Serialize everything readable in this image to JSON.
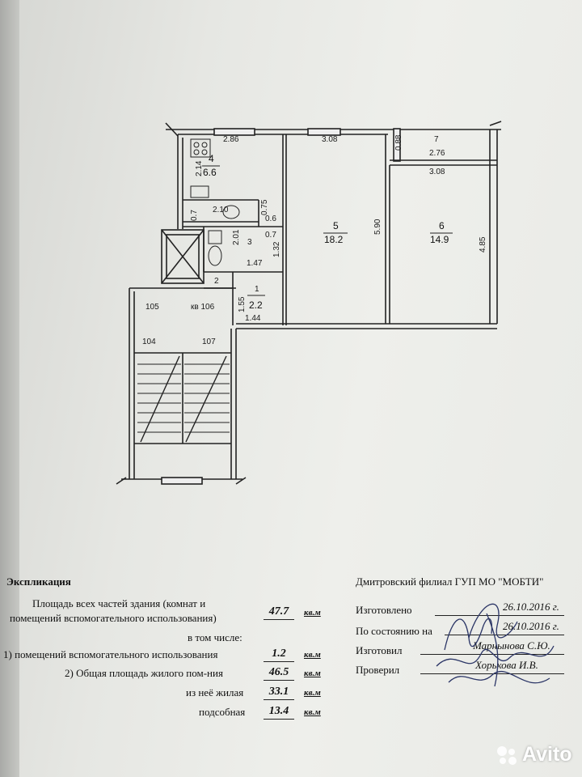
{
  "plan": {
    "dims": {
      "d_2_86": "2.86",
      "d_3_08_top": "3.08",
      "d_0_88": "0.88",
      "d_7": "7",
      "d_2_76": "2.76",
      "d_3_08_r": "3.08",
      "d_2_14": "2.14",
      "d_0_75": "0.75",
      "d_2_10": "2.10",
      "d_0_7_left": "0.7",
      "d_0_6": "0.6",
      "d_0_7": "0.7",
      "d_2_01": "2.01",
      "d_3": "3",
      "d_1_32": "1.32",
      "d_1_47": "1.47",
      "d_2": "2",
      "d_1": "1",
      "d_1_55": "1.55",
      "d_1_44": "1.44",
      "d_5_90": "5.90",
      "d_4_85": "4.85"
    },
    "rooms": {
      "r4_num": "4",
      "r4_area": "6.6",
      "r5_num": "5",
      "r5_area": "18.2",
      "r6_num": "6",
      "r6_area": "14.9",
      "r1_area": "2.2"
    },
    "apts": {
      "a105": "105",
      "a106": "кв 106",
      "a104": "104",
      "a107": "107"
    }
  },
  "explication": {
    "title": "Экспликация",
    "line1": "Площадь всех частей здания (комнат и",
    "line2": "помещений вспомогательного использования)",
    "total_value": "47.7",
    "unit": "кв.м",
    "incl": "в том числе:",
    "aux_label": "1) помещений вспомогательного использования",
    "aux_value": "1.2",
    "living_total_label": "2) Общая площадь жилого пом-ния",
    "living_total_value": "46.5",
    "living_label": "из неё жилая",
    "living_value": "33.1",
    "utility_label": "подсобная",
    "utility_value": "13.4"
  },
  "org": {
    "name": "Дмитровский филиал ГУП МО \"МОБТИ\"",
    "made_label": "Изготовлено",
    "made_date": "26.10.2016 г.",
    "state_label": "По состоянию на",
    "state_date": "26.10.2016 г.",
    "maker_label": "Изготовил",
    "maker_name": "Марнынова С.Ю.",
    "checker_label": "Проверил",
    "checker_name": "Хорькова И.В."
  },
  "watermark": {
    "text": "Avito"
  }
}
